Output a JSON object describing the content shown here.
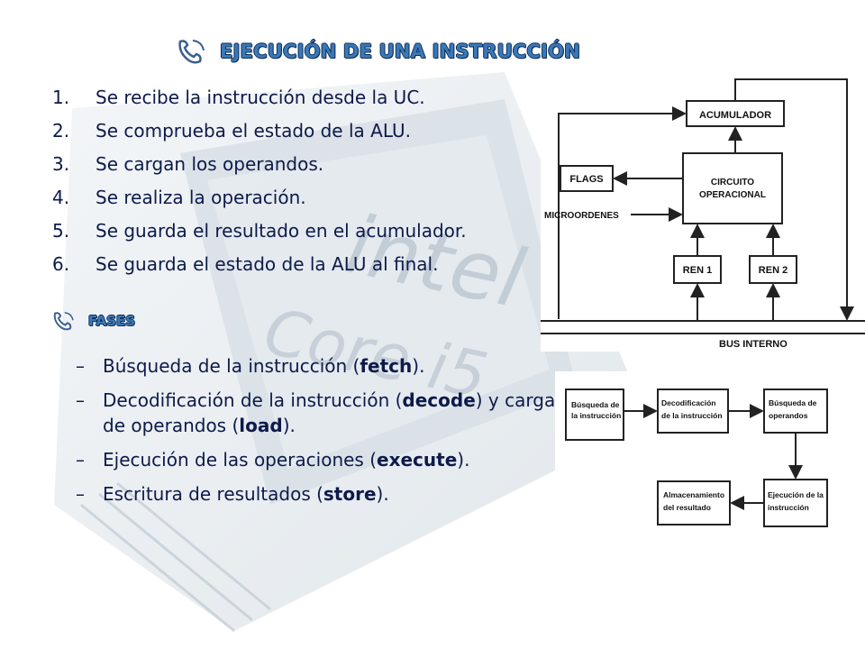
{
  "title": "EJECUCIÓN DE UNA INSTRUCCIÓN",
  "steps": [
    {
      "num": "1.",
      "text": "Se recibe la instrucción desde la UC."
    },
    {
      "num": "2.",
      "text": "Se comprueba el estado de la ALU."
    },
    {
      "num": "3.",
      "text": "Se cargan los operandos."
    },
    {
      "num": "4.",
      "text": "Se realiza la operación."
    },
    {
      "num": "5.",
      "text": "Se guarda el resultado en el acumulador."
    },
    {
      "num": "6.",
      "text": "Se guarda el estado de la ALU al final."
    }
  ],
  "phases_title": "FASES",
  "phases": [
    {
      "dash": "–",
      "before": "Búsqueda de la instrucción (",
      "bold": "fetch",
      "after": ")."
    },
    {
      "dash": "–",
      "before": "Decodificación de la instrucción (",
      "bold": "decode",
      "after": ") y carga de operandos (",
      "bold2": "load",
      "after2": ")."
    },
    {
      "dash": "–",
      "before": "Ejecución de las operaciones (",
      "bold": "execute",
      "after": ")."
    },
    {
      "dash": "–",
      "before": "Escritura de resultados (",
      "bold": "store",
      "after": ")."
    }
  ],
  "alu_diagram": {
    "acumulador": "ACUMULADOR",
    "circuito_line1": "CIRCUITO",
    "circuito_line2": "OPERACIONAL",
    "flags": "FLAGS",
    "microordenes": "MICROORDENES",
    "ren1": "REN 1",
    "ren2": "REN 2",
    "bus": "BUS INTERNO"
  },
  "phases_diagram": {
    "busqueda_instr": [
      "Búsqueda de",
      "la instrucción"
    ],
    "decodificacion": [
      "Decodificación",
      "de la instrucción"
    ],
    "busqueda_oper": [
      "Búsqueda de",
      "operandos"
    ],
    "ejecucion": [
      "Ejecución de la",
      "instrucción"
    ],
    "almacenamiento": [
      "Almacenamiento",
      "del resultado"
    ]
  }
}
